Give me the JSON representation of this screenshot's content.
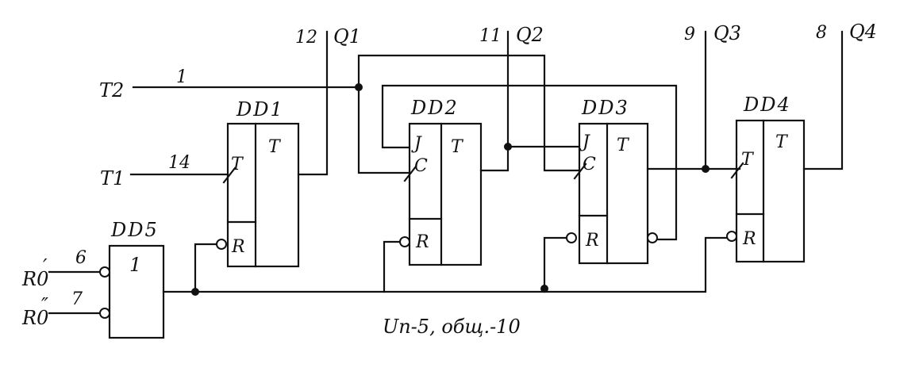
{
  "inputs": {
    "t2": {
      "label": "T2",
      "pin": "1"
    },
    "t1": {
      "label": "T1",
      "pin": "14"
    },
    "r0a": {
      "label": "R0",
      "mark": "′",
      "pin": "6"
    },
    "r0b": {
      "label": "R0",
      "mark": "″",
      "pin": "7"
    }
  },
  "outputs": [
    {
      "pin": "12",
      "label": "Q1"
    },
    {
      "pin": "11",
      "label": "Q2"
    },
    {
      "pin": "9",
      "label": "Q3"
    },
    {
      "pin": "8",
      "label": "Q4"
    }
  ],
  "chips": {
    "dd1": {
      "name": "DD1",
      "t_in": "T",
      "func": "T",
      "r_in": "R"
    },
    "dd2": {
      "name": "DD2",
      "j_in": "J",
      "c_in": "C",
      "func": "T",
      "r_in": "R"
    },
    "dd3": {
      "name": "DD3",
      "j_in": "J",
      "c_in": "C",
      "func": "T",
      "r_in": "R"
    },
    "dd4": {
      "name": "DD4",
      "t_in": "T",
      "func": "T",
      "r_in": "R"
    },
    "dd5": {
      "name": "DD5",
      "func": "1"
    }
  },
  "power_note": "Uп-5,  общ.-10"
}
